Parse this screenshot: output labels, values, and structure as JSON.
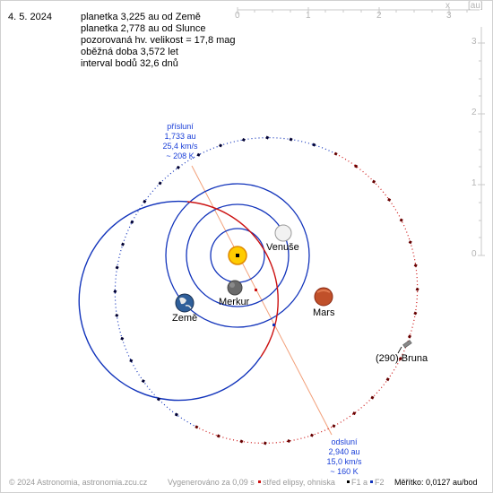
{
  "header": {
    "date": "4. 5. 2024",
    "lines": [
      "planetka 3,225 au od Země",
      "planetka 2,778 au od Slunce",
      "pozorovaná hv. velikost = 17,8 mag",
      "oběžná doba 3,572 let",
      "interval bodů 32,6 dnů"
    ]
  },
  "axes": {
    "top_ticks": [
      "0",
      "1",
      "2",
      "3"
    ],
    "right_ticks": [
      "3",
      "2",
      "1",
      "0"
    ],
    "x_label": "x",
    "unit_label": "[au]"
  },
  "perihelion": [
    "přísluní",
    "1,733 au",
    "25,4 km/s",
    "~ 208 K"
  ],
  "aphelion": [
    "odsluní",
    "2,940 au",
    "15,0 km/s",
    "~ 160 K"
  ],
  "planets": {
    "venus": "Venuše",
    "mercury": "Merkur",
    "mars": "Mars",
    "earth": "Země",
    "asteroid": "(290) Bruna"
  },
  "footer": {
    "copyright": "© 2024 Astronomia, astronomia.zcu.cz",
    "generated": "Vygenerováno za 0,09 s",
    "legend_center": "střed elipsy, ohniska",
    "legend_f1": "F1 a",
    "legend_f2": "F2",
    "scale": "Měřítko: 0,0127 au/bod"
  },
  "colors": {
    "orbit_red": "#cc1111",
    "orbit_blue": "#1133bb",
    "apsis_line": "#f2a07a",
    "axis_gray": "#c8c8c8",
    "label_blue": "#1a3fd8"
  }
}
